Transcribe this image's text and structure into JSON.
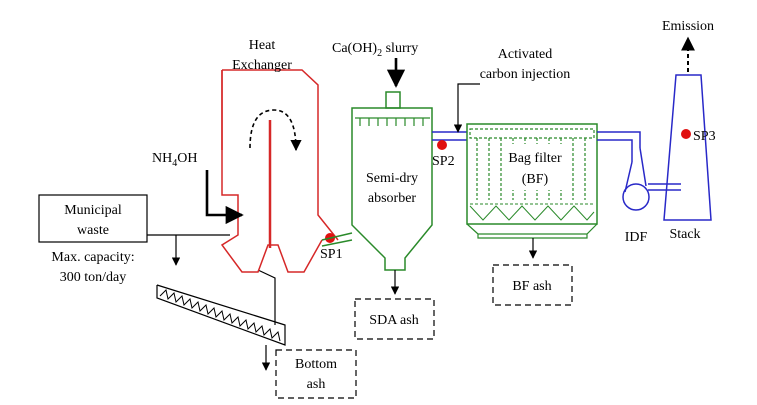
{
  "labels": {
    "municipal_line1": "Municipal",
    "municipal_line2": "waste",
    "capacity_line1": "Max. capacity:",
    "capacity_line2": "300 ton/day",
    "heat_exchanger_line1": "Heat",
    "heat_exchanger_line2": "Exchanger",
    "nh4oh_a": "NH",
    "nh4oh_sub": "4",
    "nh4oh_b": "OH",
    "slurry_a": "Ca(OH)",
    "slurry_sub": "2",
    "slurry_b": " slurry",
    "semidry_line1": "Semi-dry",
    "semidry_line2": "absorber",
    "activated_line1": "Activated",
    "activated_line2": "carbon injection",
    "bag_filter_line1": "Bag filter",
    "bag_filter_line2": "(BF)",
    "emission": "Emission",
    "stack": "Stack",
    "idf": "IDF",
    "sp1": "SP1",
    "sp2": "SP2",
    "sp3": "SP3",
    "sda_ash": "SDA ash",
    "bf_ash": "BF ash",
    "bottom_ash_line1": "Bottom",
    "bottom_ash_line2": "ash"
  },
  "colors": {
    "heat_exchanger": "#d62828",
    "absorber": "#2a8a2a",
    "bag_filter": "#2a8a2a",
    "duct": "#2929c8",
    "sample_point": "#e01010",
    "line": "#000000"
  }
}
